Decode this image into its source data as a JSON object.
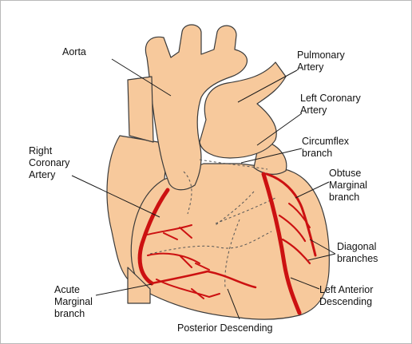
{
  "colors": {
    "heart_fill": "#f7c99c",
    "outline": "#3a3a3a",
    "artery": "#cc1111",
    "leader": "#1a1a1a",
    "background": "#ffffff"
  },
  "labels": {
    "aorta": "Aorta",
    "pulmonary_artery": "Pulmonary\nArtery",
    "left_coronary_artery": "Left Coronary\nArtery",
    "circumflex_branch": "Circumflex\nbranch",
    "right_coronary_artery": "Right\nCoronary\nArtery",
    "obtuse_marginal_branch": "Obtuse\nMarginal\nbranch",
    "diagonal_branches": "Diagonal\nbranches",
    "acute_marginal_branch": "Acute\nMarginal\nbranch",
    "left_anterior_descending": "Left Anterior\nDescending",
    "posterior_descending": "Posterior Descending"
  }
}
